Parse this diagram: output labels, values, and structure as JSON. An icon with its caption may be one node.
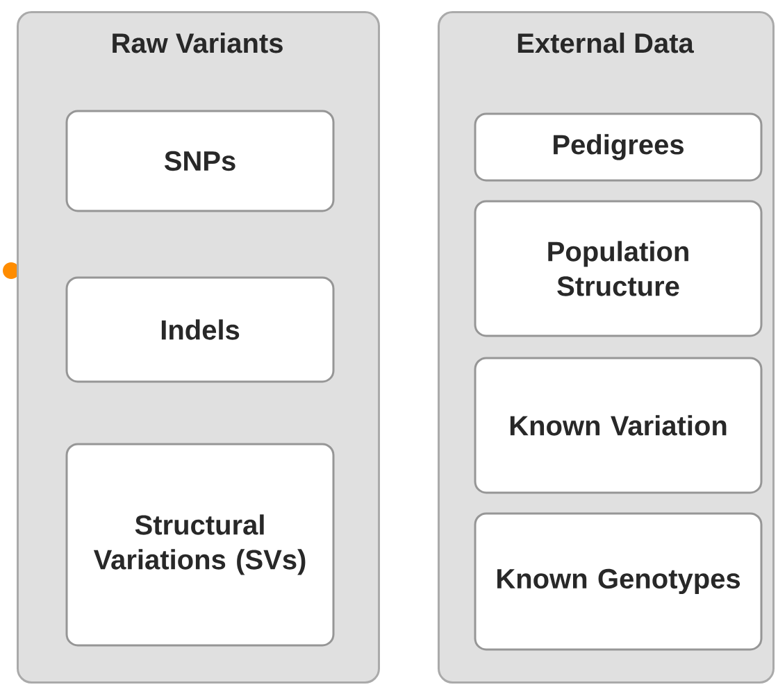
{
  "diagram": {
    "nodes": [
      {
        "text": [
          "Raw Variants"
        ]
      },
      {
        "text": [
          "SNPs"
        ],
        "in": 0
      },
      {
        "text": [
          "Indels"
        ],
        "in": 0
      },
      {
        "text": [
          "Structural Variations (SVs)"
        ],
        "in": 0
      },
      {
        "text": [
          "External Data"
        ]
      },
      {
        "text": [
          "Pedigrees"
        ],
        "in": 4
      },
      {
        "text": [
          "Population Structure"
        ],
        "in": 4
      },
      {
        "text": [
          "Known Variation"
        ],
        "in": 4
      },
      {
        "text": [
          "Known Genotypes"
        ],
        "in": 4
      }
    ]
  }
}
